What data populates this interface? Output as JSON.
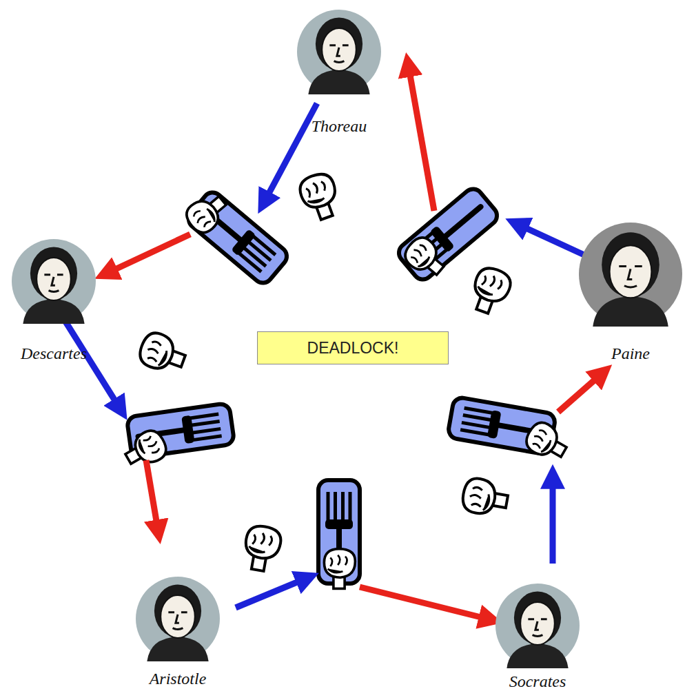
{
  "diagram": {
    "nodes": [
      {
        "text": [
          "Thoreau"
        ]
      },
      {
        "text": [
          "Descartes"
        ]
      },
      {
        "text": [
          "Paine"
        ]
      },
      {
        "text": [
          "DEADLOCK!"
        ]
      },
      {
        "text": [
          "Aristotle"
        ]
      },
      {
        "text": [
          "Socrates"
        ]
      }
    ]
  }
}
